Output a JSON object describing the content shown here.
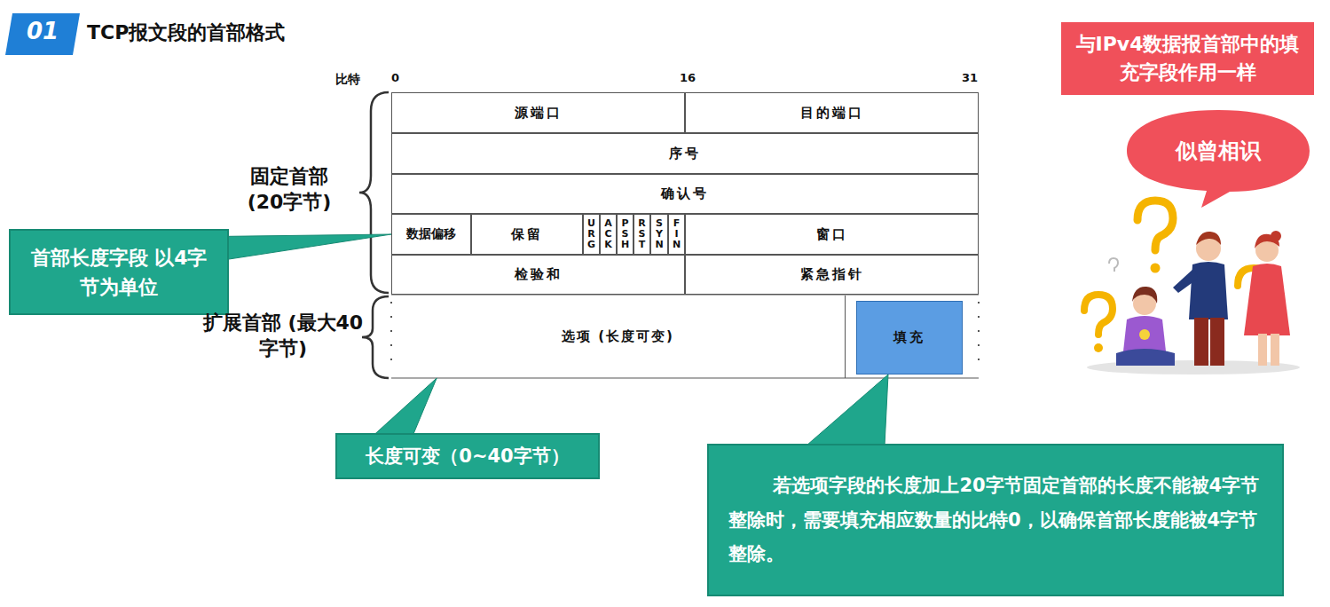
{
  "diagram": {
    "title": "TCP报文段的首部格式",
    "nodes": [
      {
        "text": [
          "源端口"
        ]
      },
      {
        "text": [
          "目的端口"
        ]
      },
      {
        "text": [
          "序号"
        ]
      },
      {
        "text": [
          "确认号"
        ]
      },
      {
        "text": [
          "数据偏移"
        ]
      },
      {
        "text": [
          "保留"
        ]
      },
      {
        "text": [
          "URG"
        ]
      },
      {
        "text": [
          "ACK"
        ]
      },
      {
        "text": [
          "PSH"
        ]
      },
      {
        "text": [
          "RST"
        ]
      },
      {
        "text": [
          "SYN"
        ]
      },
      {
        "text": [
          "FIN"
        ]
      },
      {
        "text": [
          "窗口"
        ]
      },
      {
        "text": [
          "检验和"
        ]
      },
      {
        "text": [
          "紧急指针"
        ]
      },
      {
        "text": [
          "选项 (长度可变)"
        ]
      },
      {
        "text": [
          "填充"
        ]
      },
      {
        "text": [
          "首部长度字段 以4字节为单位"
        ]
      },
      {
        "text": [
          "长度可变（0~40字节）"
        ]
      },
      {
        "text": [
          "若选项字段的长度加上20字节固定首部的长度不能被4字节整除时，需要填充相应数量的比特0，以确保首部长度能被4字节整除。"
        ]
      },
      {
        "text": [
          "与IPv4数据报首部中的填充字段作用一样"
        ]
      },
      {
        "text": [
          "似曾相识"
        ]
      }
    ],
    "edges": [
      {
        "from": 17,
        "to": 4,
        "arrow": "none"
      },
      {
        "from": 18,
        "to": 15,
        "arrow": "none"
      },
      {
        "from": 19,
        "to": 16,
        "arrow": "none"
      }
    ],
    "labels": [
      "01",
      "比特",
      "0",
      "16",
      "31",
      "固定首部 (20字节)",
      "扩展首部 (最大40字节)"
    ]
  }
}
